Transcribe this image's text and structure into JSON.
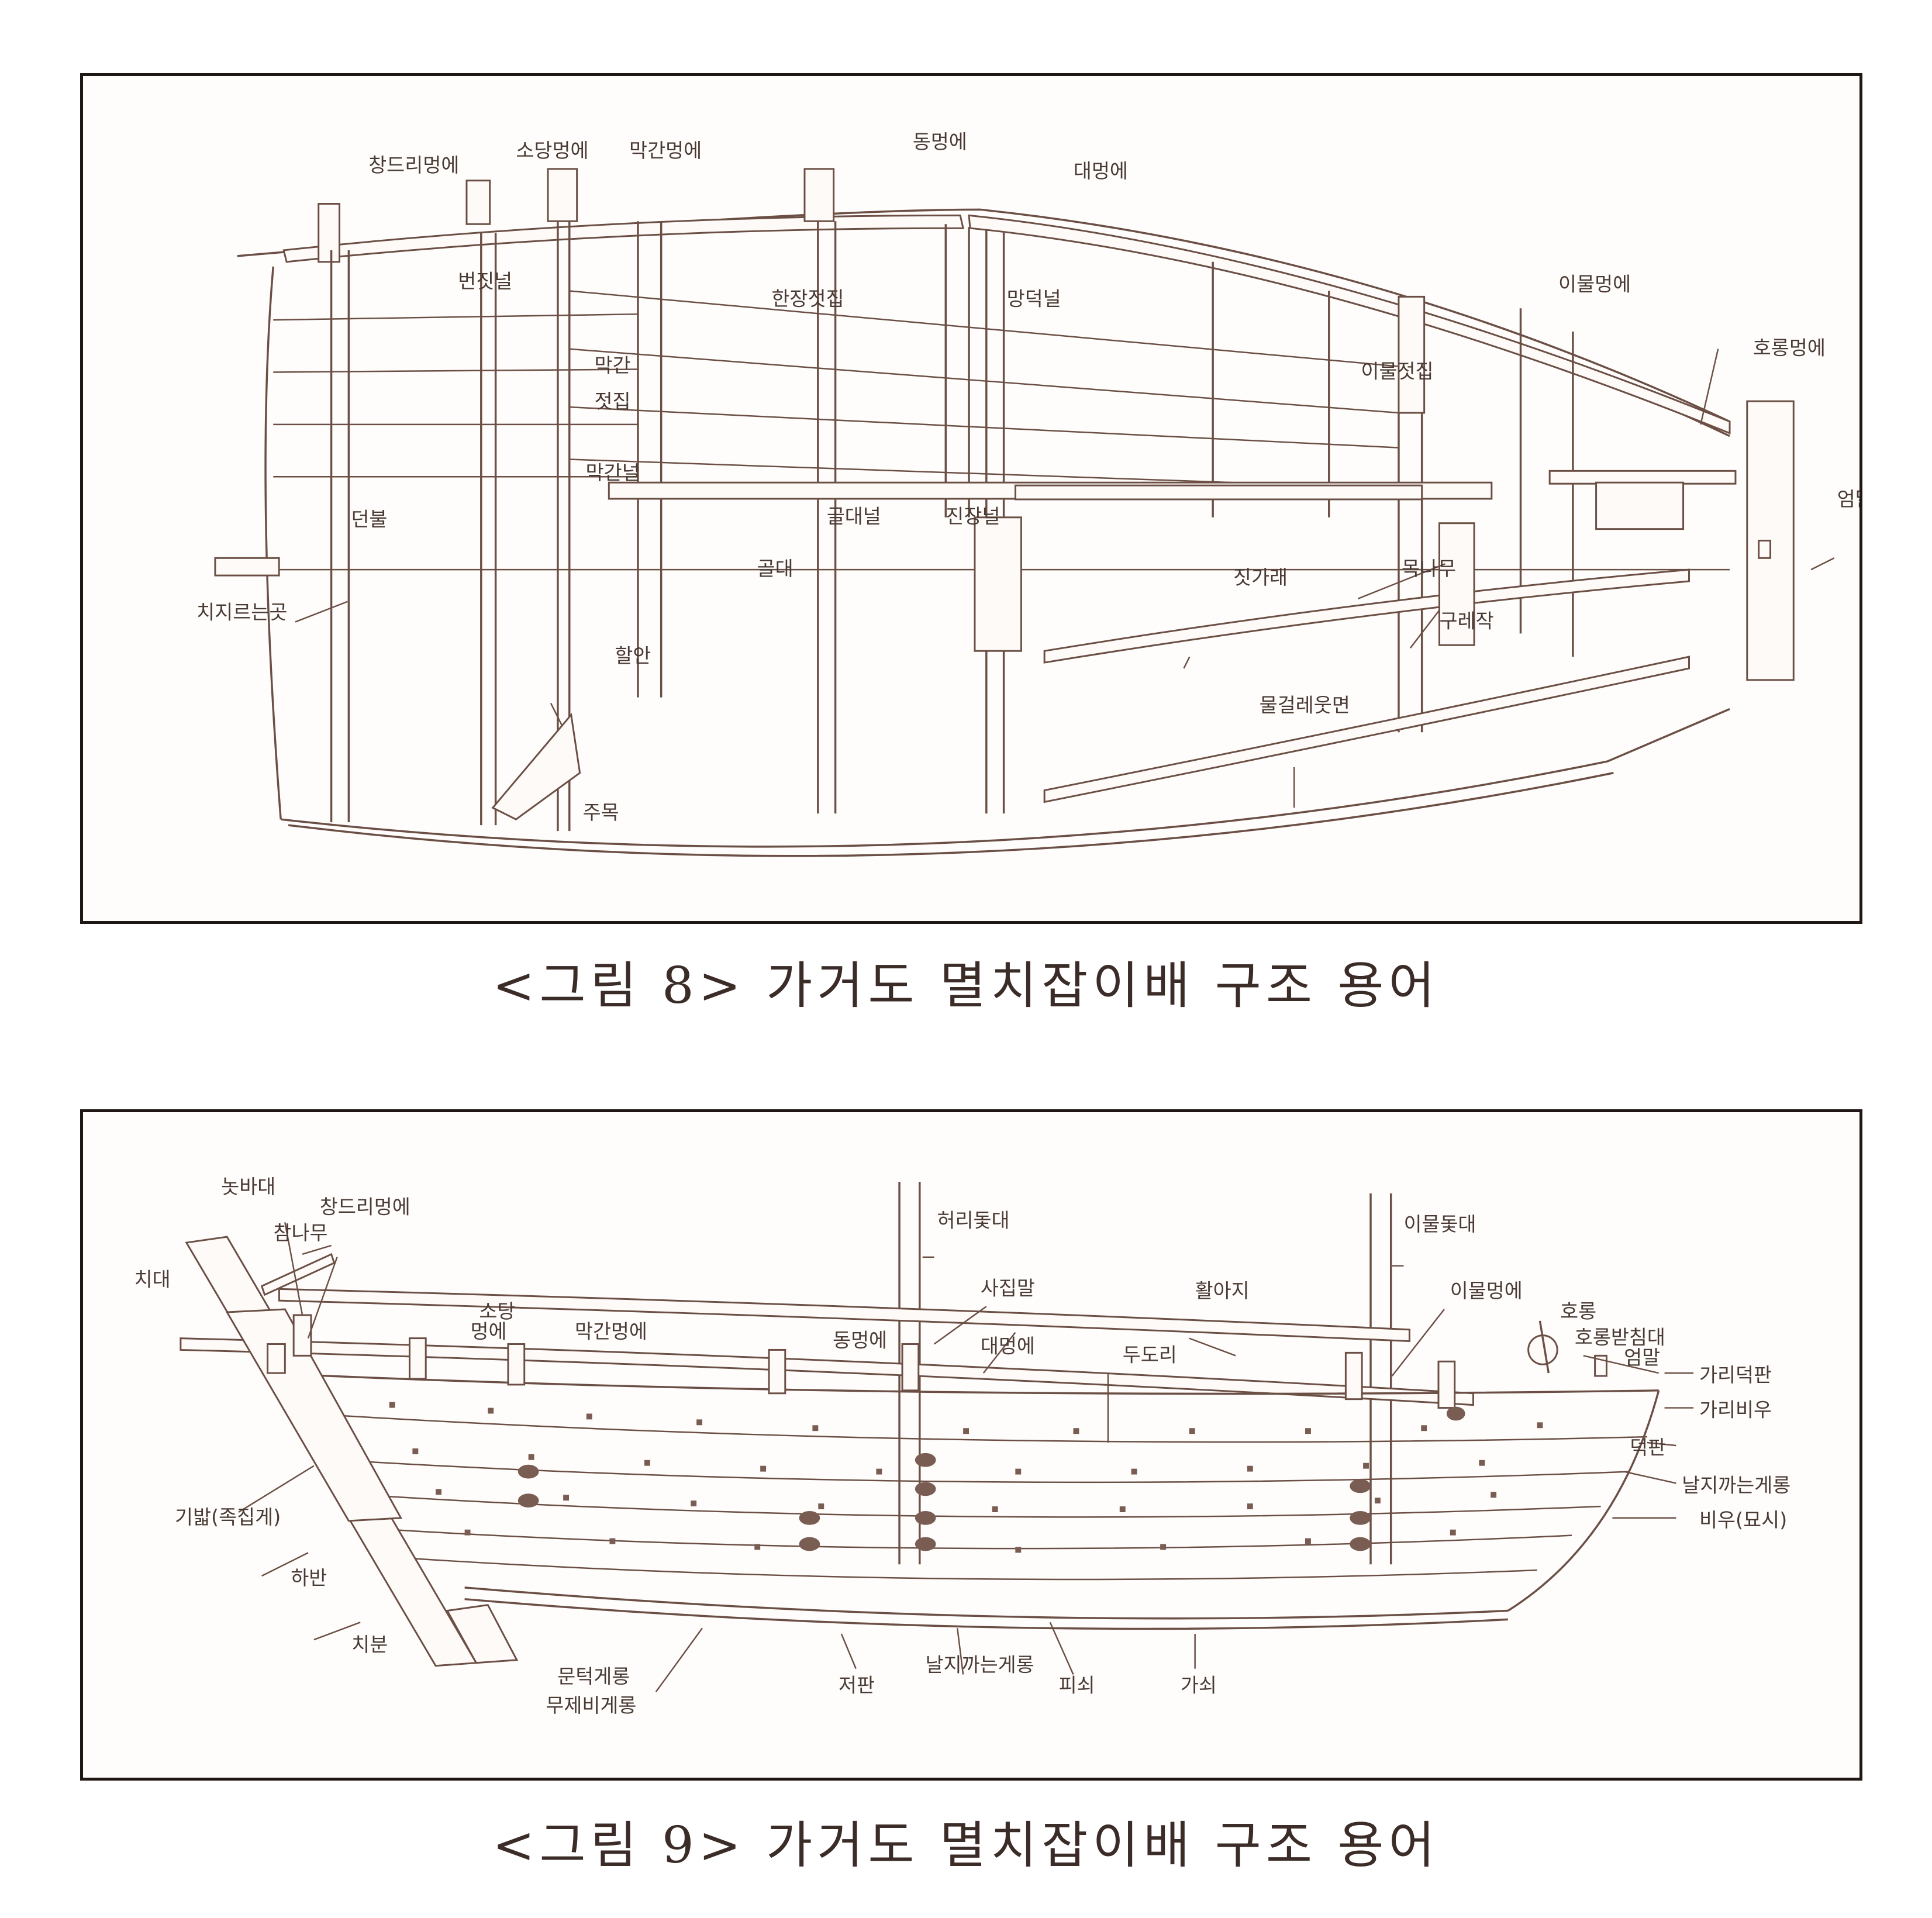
{
  "figure8": {
    "caption": "<그림 8> 가거도 멸치잡이배 구조 용어",
    "labels": [
      "창드리멍에",
      "소당멍에",
      "막간멍에",
      "동멍에",
      "대멍에",
      "번짓널",
      "한장젓집",
      "망덕널",
      "이물멍에",
      "이물젓집",
      "호롱멍에",
      "막간",
      "젓집",
      "막간널",
      "골대널",
      "진장널",
      "엄말",
      "던불",
      "골대",
      "짓가래",
      "목나무",
      "치지르는곳",
      "구레작",
      "할안",
      "물걸레웃면",
      "주목"
    ]
  },
  "figure9": {
    "caption": "<그림 9> 가거도 멸치잡이배 구조 용어",
    "labels": [
      "놋바대",
      "창드리멍에",
      "참나무",
      "치대",
      "허리돛대",
      "이물돛대",
      "사집말",
      "활아지",
      "이물멍에",
      "호롱",
      "소당",
      "멍에",
      "막간멍에",
      "동멍에",
      "대멍에",
      "호롱받침대",
      "엄말",
      "두도리",
      "가리덕판",
      "가리비우",
      "덕판",
      "기밟(족집게)",
      "날지까는게롱",
      "비우(묘시)",
      "하반",
      "치분",
      "문턱게롱",
      "무제비게롱",
      "저판",
      "날지까는게롱",
      "피쇠",
      "가쇠"
    ]
  }
}
